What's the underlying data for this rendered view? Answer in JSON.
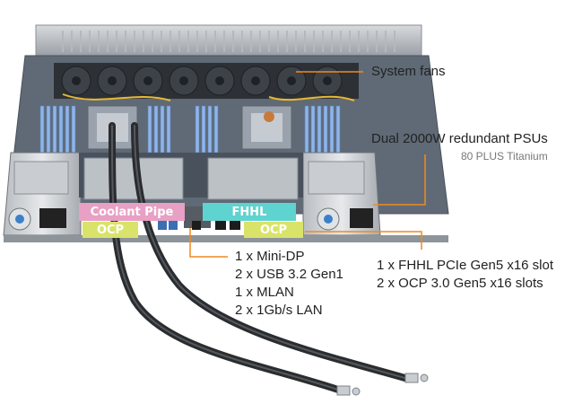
{
  "callouts": {
    "fans": "System fans",
    "psu_title": "Dual 2000W redundant PSUs",
    "psu_sub": "80 PLUS Titanium",
    "io": [
      "1 x Mini-DP",
      "2 x USB 3.2 Gen1",
      "1 x MLAN",
      "2 x 1Gb/s LAN"
    ],
    "slots": [
      "1 x FHHL PCIe Gen5 x16 slot",
      "2 x OCP 3.0 Gen5 x16 slots"
    ]
  },
  "tags": {
    "coolant": "Coolant Pipe",
    "fhhl": "FHHL",
    "ocp_left": "OCP",
    "ocp_right": "OCP"
  },
  "colors": {
    "callout_line": "#f08a1c",
    "coolant_tag": "#e8a0c4",
    "fhhl_tag": "#5fd3cf",
    "ocp_tag": "#d9e36a"
  }
}
